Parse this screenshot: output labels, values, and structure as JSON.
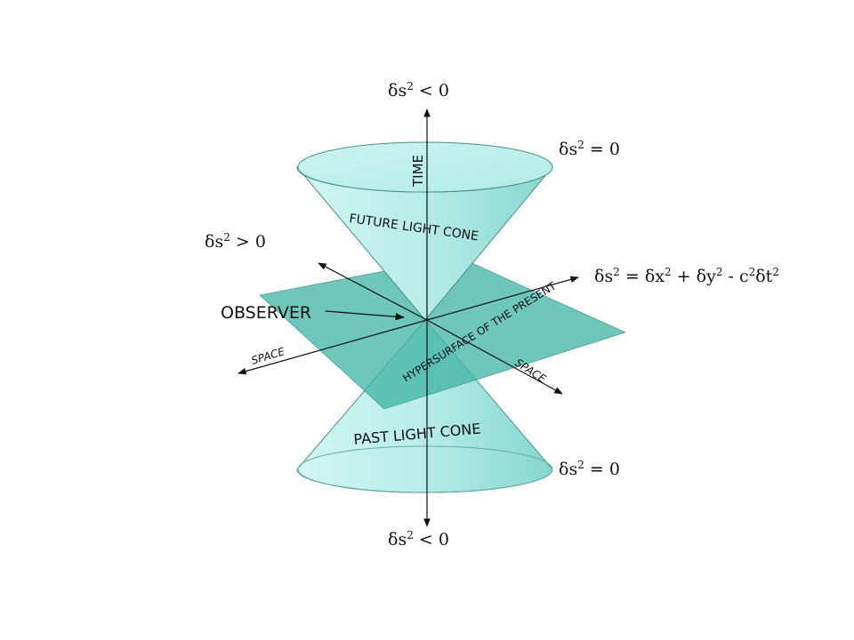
{
  "labels": {
    "time_axis": "TIME",
    "future_cone": "FUTURE LIGHT CONE",
    "past_cone": "PAST LIGHT CONE",
    "hypersurface": "HYPERSURFACE OF THE PRESENT",
    "observer": "OBSERVER",
    "space_left": "SPACE",
    "space_right": "SPACE"
  },
  "equations": {
    "top_timelike": {
      "base": "δs",
      "exp": "2",
      "rest": " < 0"
    },
    "future_null": {
      "base": "δs",
      "exp": "2",
      "rest": " = 0"
    },
    "spacelike": {
      "base": "δs",
      "exp": "2",
      "rest": " > 0"
    },
    "metric": {
      "p1": "δs",
      "e1": "2",
      "p2": " = δx",
      "e2": "2",
      "p3": " + δy",
      "e3": "2",
      "p4": " - c",
      "e4": "2",
      "p5": "δt",
      "e5": "2"
    },
    "past_null": {
      "base": "δs",
      "exp": "2",
      "rest": " = 0"
    },
    "bottom_timelike": {
      "base": "δs",
      "exp": "2",
      "rest": " < 0"
    }
  },
  "colors": {
    "cone_fill": "#c4f1ee",
    "cone_shade": "#8fd8d2",
    "plane_fill": "#3fb3a4",
    "stroke": "#333333"
  }
}
